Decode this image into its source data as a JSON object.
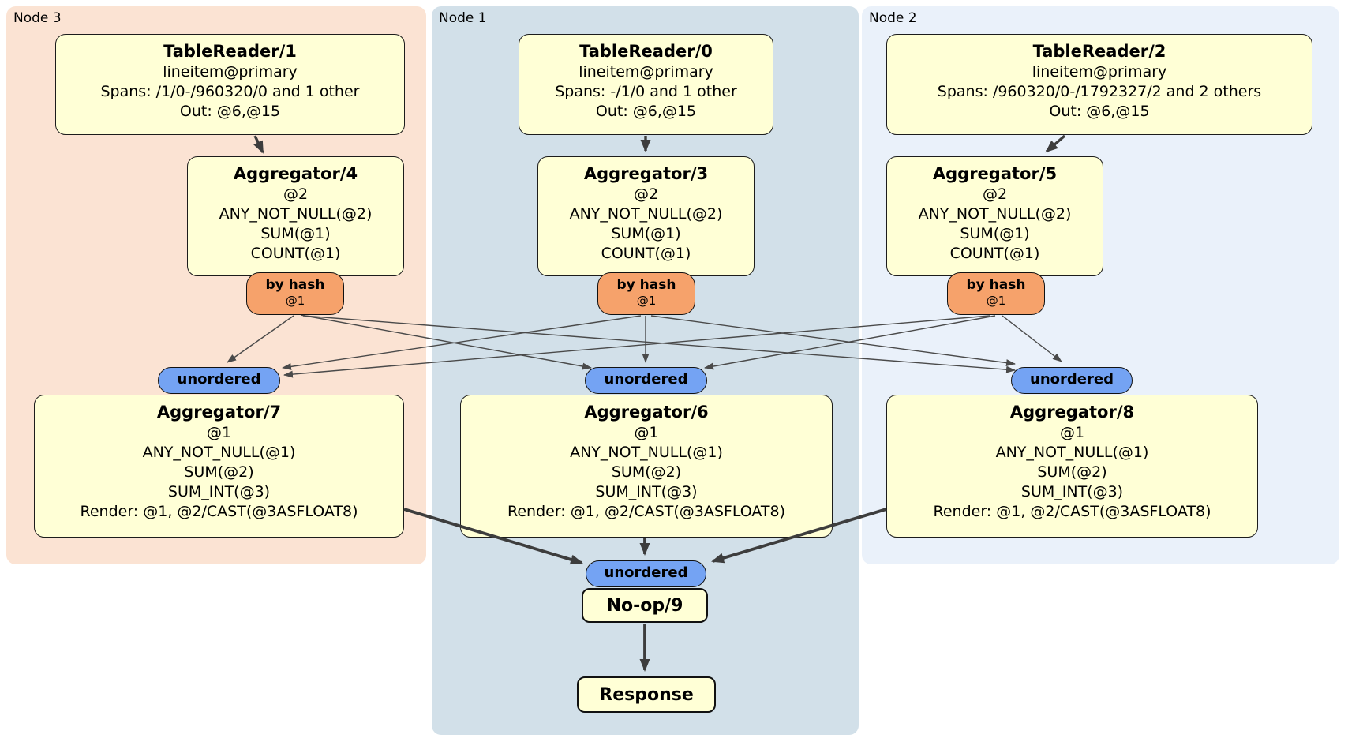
{
  "plan": {
    "groups": [
      {
        "label": "Node 3"
      },
      {
        "label": "Node 1"
      },
      {
        "label": "Node 2"
      }
    ],
    "processors": {
      "tr1": {
        "title": "TableReader/1",
        "lines": [
          "lineitem@primary",
          "Spans: /1/0-/960320/0 and 1 other",
          "Out: @6,@15"
        ]
      },
      "tr0": {
        "title": "TableReader/0",
        "lines": [
          "lineitem@primary",
          "Spans: -/1/0 and 1 other",
          "Out: @6,@15"
        ]
      },
      "tr2": {
        "title": "TableReader/2",
        "lines": [
          "lineitem@primary",
          "Spans: /960320/0-/1792327/2 and 2 others",
          "Out: @6,@15"
        ]
      },
      "agg4": {
        "title": "Aggregator/4",
        "lines": [
          "@2",
          "ANY_NOT_NULL(@2)",
          "SUM(@1)",
          "COUNT(@1)"
        ]
      },
      "agg3": {
        "title": "Aggregator/3",
        "lines": [
          "@2",
          "ANY_NOT_NULL(@2)",
          "SUM(@1)",
          "COUNT(@1)"
        ]
      },
      "agg5": {
        "title": "Aggregator/5",
        "lines": [
          "@2",
          "ANY_NOT_NULL(@2)",
          "SUM(@1)",
          "COUNT(@1)"
        ]
      },
      "agg7": {
        "title": "Aggregator/7",
        "lines": [
          "@1",
          "ANY_NOT_NULL(@1)",
          "SUM(@2)",
          "SUM_INT(@3)",
          "Render: @1, @2/CAST(@3ASFLOAT8)"
        ]
      },
      "agg6": {
        "title": "Aggregator/6",
        "lines": [
          "@1",
          "ANY_NOT_NULL(@1)",
          "SUM(@2)",
          "SUM_INT(@3)",
          "Render: @1, @2/CAST(@3ASFLOAT8)"
        ]
      },
      "agg8": {
        "title": "Aggregator/8",
        "lines": [
          "@1",
          "ANY_NOT_NULL(@1)",
          "SUM(@2)",
          "SUM_INT(@3)",
          "Render: @1, @2/CAST(@3ASFLOAT8)"
        ]
      },
      "noop": {
        "title": "No-op/9"
      },
      "response": {
        "title": "Response"
      }
    },
    "routers": {
      "hash": {
        "label": "by hash",
        "key": "@1"
      },
      "stream": {
        "label": "unordered"
      }
    },
    "colors": {
      "node3_bg": "#fbe3d3",
      "node1_bg": "#d2e0e9",
      "node2_bg": "#eaf1fa",
      "box_bg": "#ffffd6",
      "hash_pill_bg": "#f6a26b",
      "stream_pill_bg": "#74a3f3",
      "edge_thin": "#4a4a4a",
      "edge_thick": "#3d3d3d"
    }
  }
}
